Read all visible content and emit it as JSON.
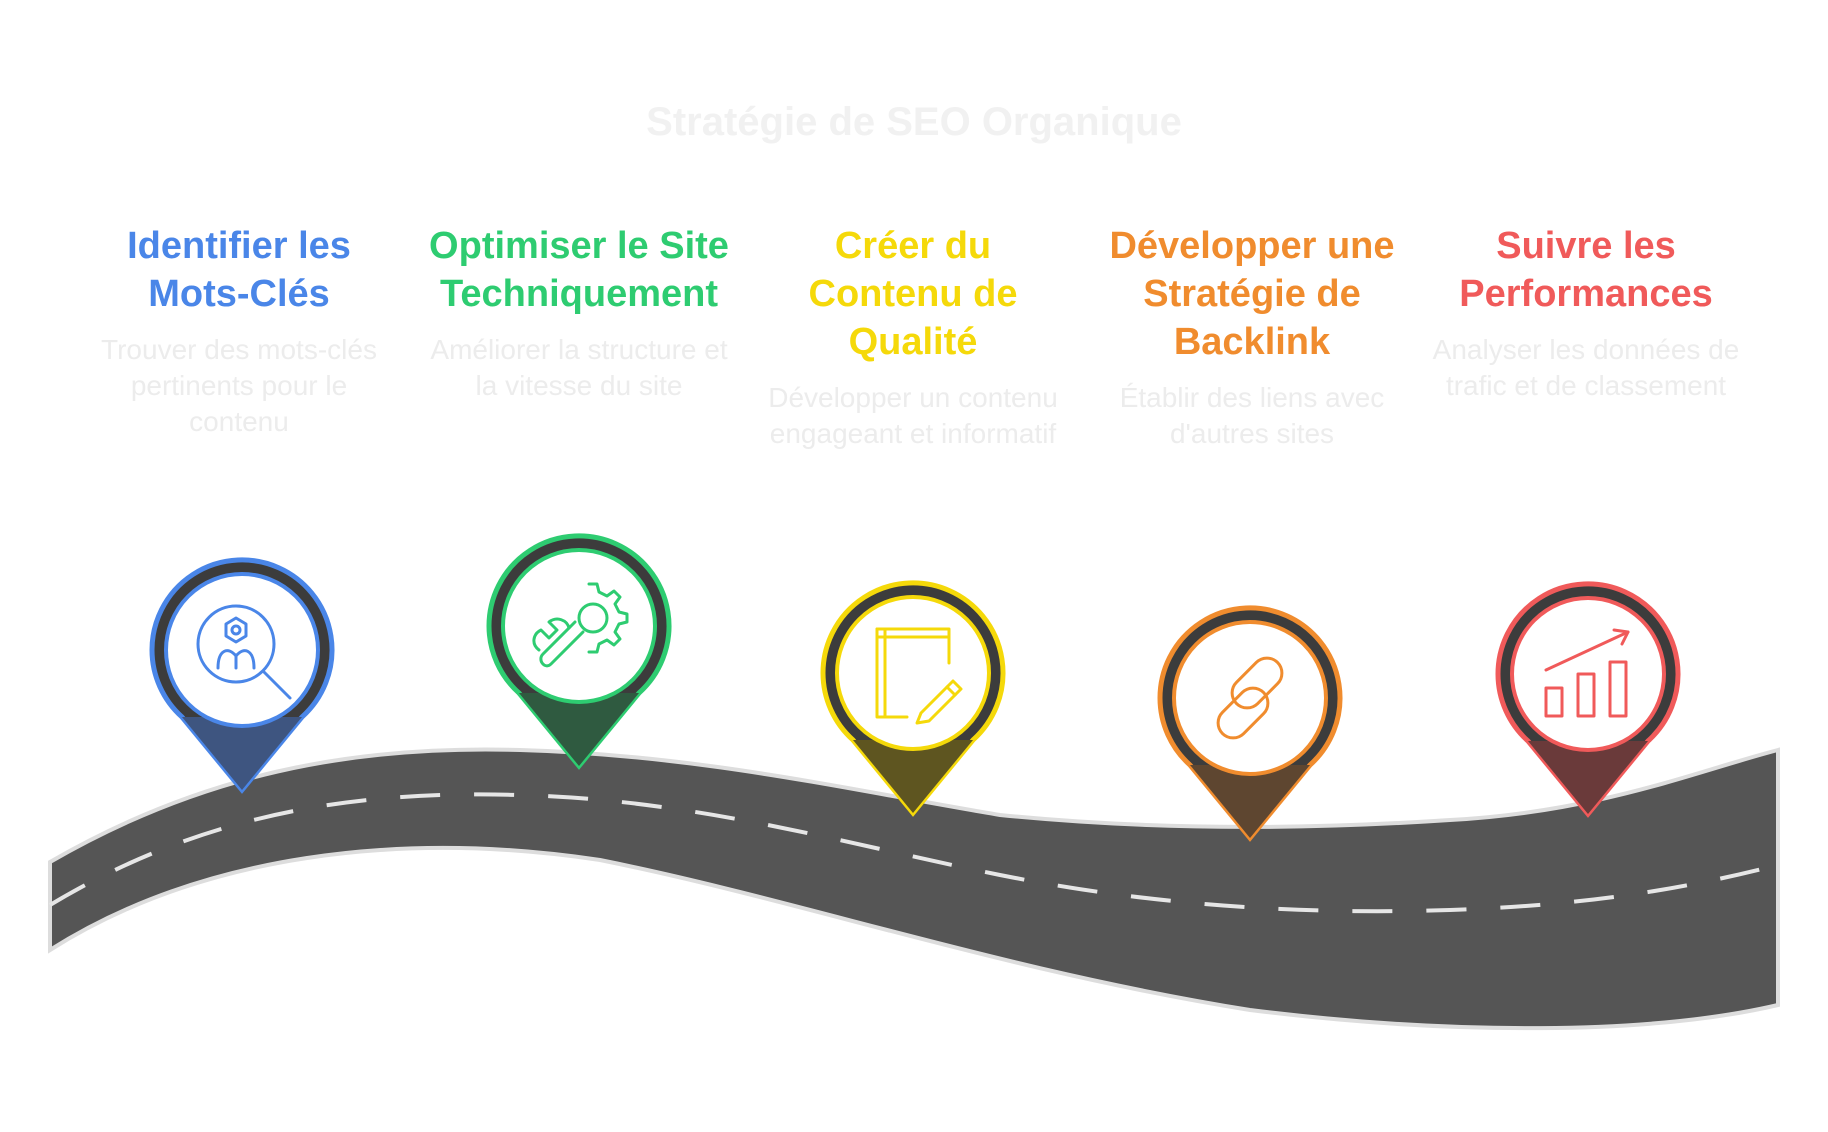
{
  "title": "Stratégie de SEO Organique",
  "steps": [
    {
      "title": "Identifier les Mots-Clés",
      "description": "Trouver des mots-clés pertinents pour le contenu",
      "color": "#4a86e8",
      "icon": "search-person-icon"
    },
    {
      "title": "Optimiser le Site Techniquement",
      "description": "Améliorer la structure et la vitesse du site",
      "color": "#2ecc71",
      "icon": "gear-wrench-icon"
    },
    {
      "title": "Créer du Contenu de Qualité",
      "description": "Développer un contenu engageant et informatif",
      "color": "#f5d90a",
      "icon": "notebook-pencil-icon"
    },
    {
      "title": "Développer une Stratégie de Backlink",
      "description": "Établir des liens avec d'autres sites",
      "color": "#f08c2e",
      "icon": "link-icon"
    },
    {
      "title": "Suivre les Performances",
      "description": "Analyser les données de trafic et de classement",
      "color": "#f05a5a",
      "icon": "bar-chart-arrow-icon"
    }
  ]
}
